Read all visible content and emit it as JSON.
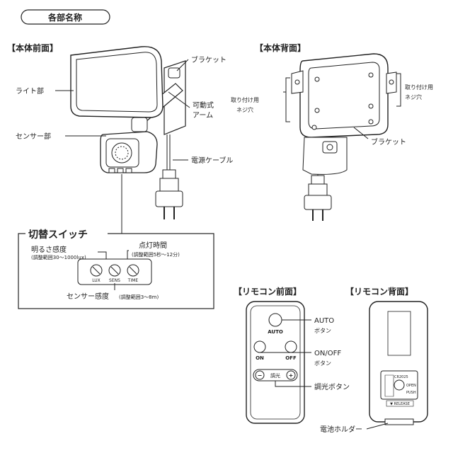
{
  "title": "各部名称",
  "front": {
    "heading": "【本体前面】",
    "labels": {
      "light": "ライト部",
      "bracket": "ブラケット",
      "arm_line1": "可動式",
      "arm_line2": "アーム",
      "sensor": "センサー部",
      "cable": "電源ケーブル"
    }
  },
  "back": {
    "heading": "【本体背面】",
    "labels": {
      "screw_left_line1": "取り付け用",
      "screw_left_line2": "ネジ穴",
      "screw_right_line1": "取り付け用",
      "screw_right_line2": "ネジ穴",
      "bracket": "ブラケット"
    }
  },
  "switch_box": {
    "title": "切替スイッチ",
    "brightness": "明るさ感度",
    "brightness_range": "(調整範囲30〜1000lux)",
    "timer": "点灯時間",
    "timer_range": "(調整範囲5秒〜12分)",
    "knob_labels": [
      "LUX",
      "SENS",
      "TIME"
    ],
    "sensor_sens": "センサー感度",
    "sensor_sens_range": "(調整範囲3〜8m)"
  },
  "remote_front": {
    "heading": "【リモコン前面】",
    "auto_button": "AUTO",
    "on_button": "ON",
    "off_button": "OFF",
    "dimmer_minus": "−",
    "dimmer_label": "調光",
    "dimmer_plus": "+",
    "auto_callout_line1": "AUTO",
    "auto_callout_line2": "ボタン",
    "onoff_callout_line1": "ON/OFF",
    "onoff_callout_line2": "ボタン",
    "dimmer_callout": "調光ボタン"
  },
  "remote_back": {
    "heading": "【リモコン背面】",
    "battery_model": "CR2025",
    "open_label": "OPEN",
    "push_label": "PUSH",
    "release_label": "▼ RELEASE",
    "battery_holder": "電池ホルダー"
  }
}
